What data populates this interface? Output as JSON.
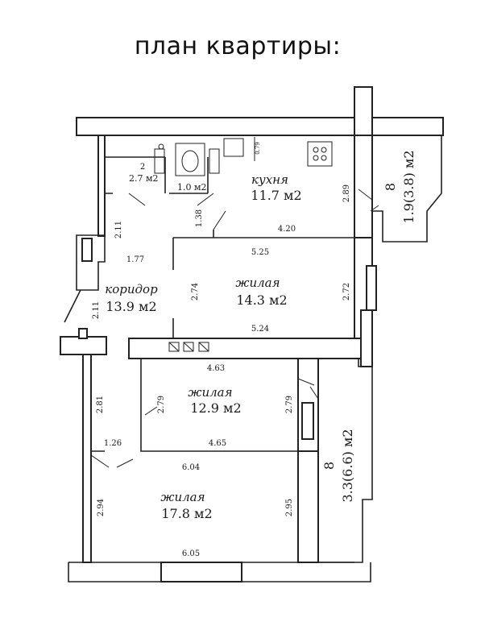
{
  "title": "план квартиры:",
  "rooms": {
    "wc": {
      "num": "2",
      "area": "2.7 м2"
    },
    "bath": {
      "area": "1.0 м2"
    },
    "kitchen": {
      "name": "кухня",
      "area": "11.7 м2"
    },
    "balcony_top": {
      "num": "8",
      "area": "1.9(3.8) м2"
    },
    "corridor": {
      "name": "коридор",
      "area": "13.9 м2"
    },
    "living1": {
      "name": "жилая",
      "area": "14.3 м2"
    },
    "living2": {
      "name": "жилая",
      "area": "12.9 м2"
    },
    "balcony_side": {
      "num": "8",
      "area": "3.3(6.6) м2"
    },
    "living3": {
      "name": "жилая",
      "area": "17.8 м2"
    }
  },
  "dims": {
    "d_079": "0.79",
    "d_289": "2.89",
    "d_211a": "2.11",
    "d_138": "1.38",
    "d_420": "4.20",
    "d_177": "1.77",
    "d_525": "5.25",
    "d_274": "2.74",
    "d_272": "2.72",
    "d_211b": "2.11",
    "d_524": "5.24",
    "d_463": "4.63",
    "d_281": "2.81",
    "d_279a": "2.79",
    "d_279b": "2.79",
    "d_126": "1.26",
    "d_465": "4.65",
    "d_604": "6.04",
    "d_294": "2.94",
    "d_295": "2.95",
    "d_605": "6.05"
  }
}
